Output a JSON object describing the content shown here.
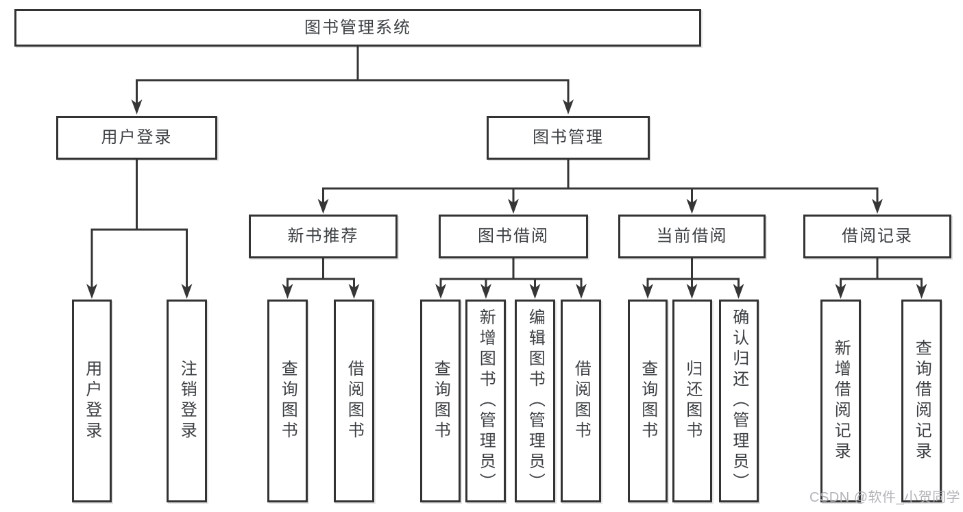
{
  "diagram": {
    "root": {
      "label": "图书管理系统"
    },
    "level2": [
      {
        "label": "用户登录"
      },
      {
        "label": "图书管理"
      }
    ],
    "level3": [
      {
        "label": "新书推荐"
      },
      {
        "label": "图书借阅"
      },
      {
        "label": "当前借阅"
      },
      {
        "label": "借阅记录"
      }
    ],
    "leaves": {
      "user_login": [
        {
          "label": "用户登录"
        },
        {
          "label": "注销登录"
        }
      ],
      "new_book_recommend": [
        {
          "label": "查询图书"
        },
        {
          "label": "借阅图书"
        }
      ],
      "book_borrow": [
        {
          "label": "查询图书"
        },
        {
          "label": "新增图书（管理员）"
        },
        {
          "label": "编辑图书（管理员）"
        },
        {
          "label": "借阅图书"
        }
      ],
      "current_borrow": [
        {
          "label": "查询图书"
        },
        {
          "label": "归还图书"
        },
        {
          "label": "确认归还（管理员）"
        }
      ],
      "borrow_record": [
        {
          "label": "新增借阅记录"
        },
        {
          "label": "查询借阅记录"
        }
      ]
    },
    "watermark": "CSDN @软件_小贺同学",
    "colors": {
      "line": "#363636",
      "box_border": "#333333",
      "box_background": "#ffffff",
      "text": "#3d4043",
      "watermark": "#acaeb2",
      "background": "#ffffff"
    }
  }
}
